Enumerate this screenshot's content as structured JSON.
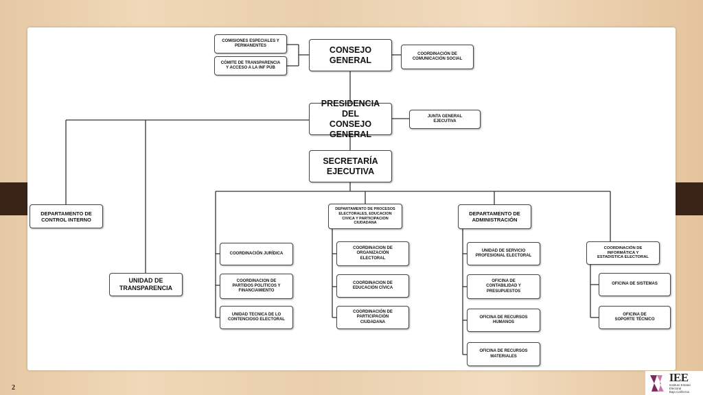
{
  "page_number": "2",
  "logo": {
    "name": "IEE",
    "subtitle": "Instituto Estatal Electoral\nBaja California"
  },
  "colors": {
    "slide_bg": "#ffffff",
    "box_border": "#444444",
    "band": "#3a2417",
    "logo_accent": "#7a2a5a"
  },
  "org": {
    "comisiones": "COMISIONES ESPECIALES Y\nPERMANENTES",
    "comite_transparencia": "CÓMITE DE TRANSPARENCIA\nY ACCESO A LA INF PÚB",
    "consejo_general": "CONSEJO\nGENERAL",
    "coord_comunicacion": "COORDINACIÓN DE\nCOMUNICACIÓN SOCIAL",
    "presidencia": "PRESIDENCIA DEL\nCONSEJO GENERAL",
    "junta_general": "JUNTA GENERAL\nEJECUTIVA",
    "secretaria": "SECRETARÍA\nEJECUTIVA",
    "depto_control_interno": "DEPARTAMENTO DE\nCONTROL INTERNO",
    "unidad_transparencia": "UNIDAD DE\nTRANSPARENCIA",
    "coord_juridica": "COORDINACIÓN JURÍDICA",
    "coord_partidos": "COORDINACION DE\nPARTIDOS POLITICOS Y\nFINANCIAMIENTO",
    "unidad_contencioso": "UNIDAD TECNICA DE LO\nCONTENCIOSO ELECTORAL",
    "depto_procesos": "DEPARTAMENTO DE PROCESOS\nELECTORALES, EDUCACION\nCIVICA Y PARTICIPACION\nCIUDADANA",
    "coord_organizacion": "COORDINACION DE\nORGANIZACIÓN\nELECTORAL",
    "coord_educacion": "COORDINACION DE\nEDUCACIÓN CÍVICA",
    "coord_participacion": "COORDINACIÓN DE\nPARTICIPACIÓN\nCIUDADANA",
    "depto_administracion": "DEPARTAMENTO DE\nADMINISTRACIÓN",
    "unidad_servicio": "UNIDAD DE SERVICIO\nPROFESIONAL ELECTORAL",
    "oficina_contabilidad": "OFICINA DE\nCONTABILIDAD Y\nPRESUPUESTOS",
    "oficina_rh": "OFICINA DE RECURSOS\nHUMANOS",
    "oficina_rm": "OFICINA DE RECURSOS\nMATERIALES",
    "coord_informatica": "COORDINACIÓN DE\nINFORMÁTICA Y\nESTADISTICA ELECTORAL",
    "oficina_sistemas": "OFICINA DE SISTEMAS",
    "oficina_soporte": "OFICINA DE\nSOPORTE TÉCNICO"
  }
}
